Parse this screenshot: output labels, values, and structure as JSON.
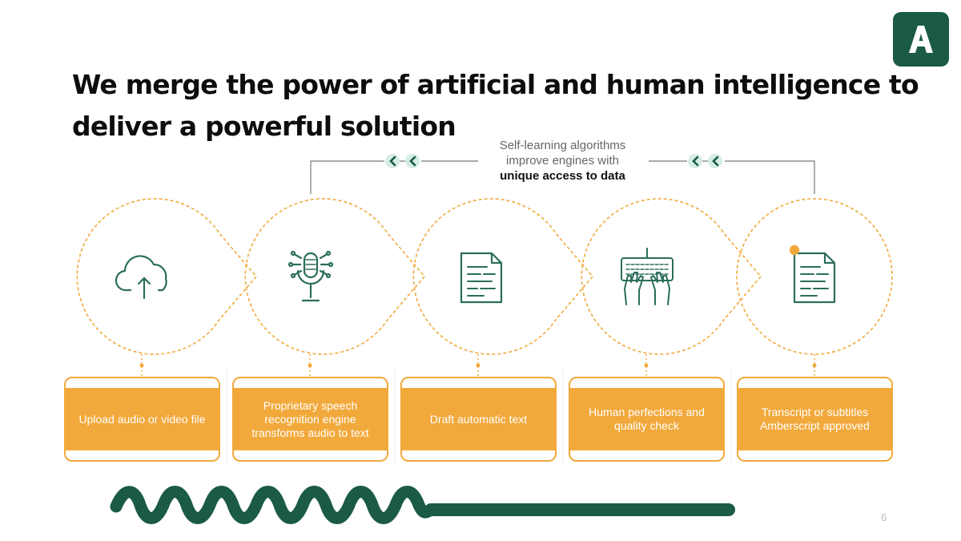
{
  "title": "We merge the power of artificial and human intelligence to deliver a powerful solution",
  "callout": {
    "line1": "Self-learning algorithms",
    "line2": "improve engines with",
    "line3": "unique access to data"
  },
  "steps": [
    {
      "icon": "cloud-upload-icon",
      "label": "Upload audio or video file"
    },
    {
      "icon": "microphone-icon",
      "label": "Proprietary speech recognition engine transforms audio to text"
    },
    {
      "icon": "document-icon",
      "label": "Draft automatic text"
    },
    {
      "icon": "keyboard-hands-icon",
      "label": "Human perfections and quality check"
    },
    {
      "icon": "approved-document-icon",
      "label": "Transcript or subtitles Amberscript approved"
    }
  ],
  "page_number": "6",
  "colors": {
    "accent": "#f2a93b",
    "brand_green": "#1a5a46",
    "icon_green": "#2b6e5c",
    "arrow_bg": "#d6ece6"
  }
}
